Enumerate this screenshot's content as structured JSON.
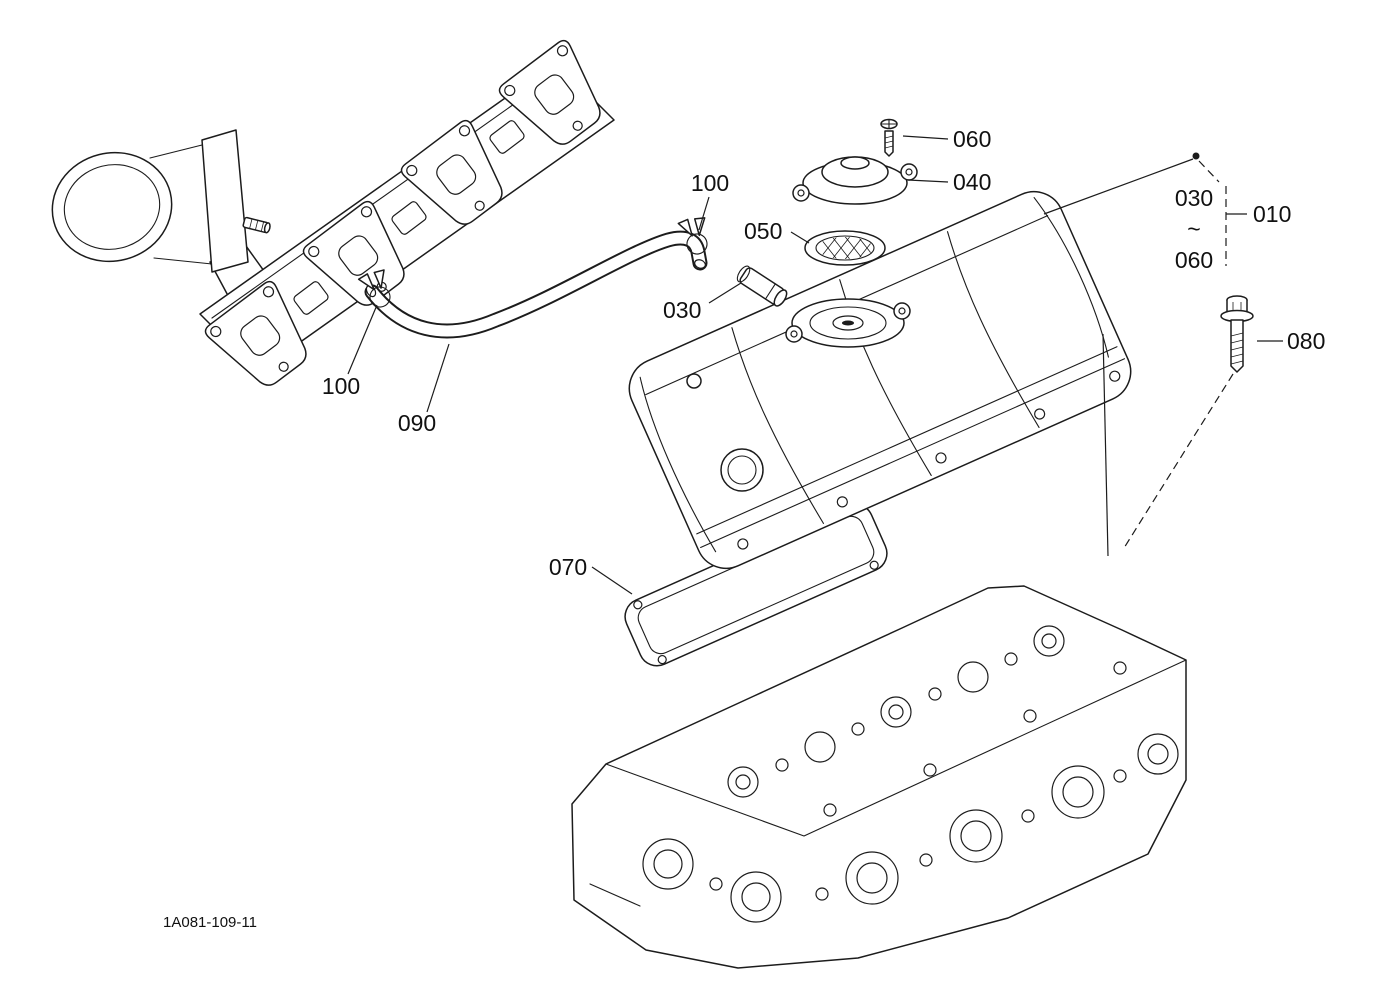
{
  "meta": {
    "drawing_number": "1A081-109-11",
    "ink_color": "#1c1c1c",
    "background_color": "#ffffff"
  },
  "callouts": {
    "clamp_upper": "100",
    "screw": "060",
    "breather_cover": "040",
    "breather_element": "050",
    "joint": "030",
    "range_start": "030",
    "range_tilde": "~",
    "range_end": "060",
    "assembly": "010",
    "bolt": "080",
    "clamp_lower": "100",
    "hose": "090",
    "gasket": "070"
  }
}
